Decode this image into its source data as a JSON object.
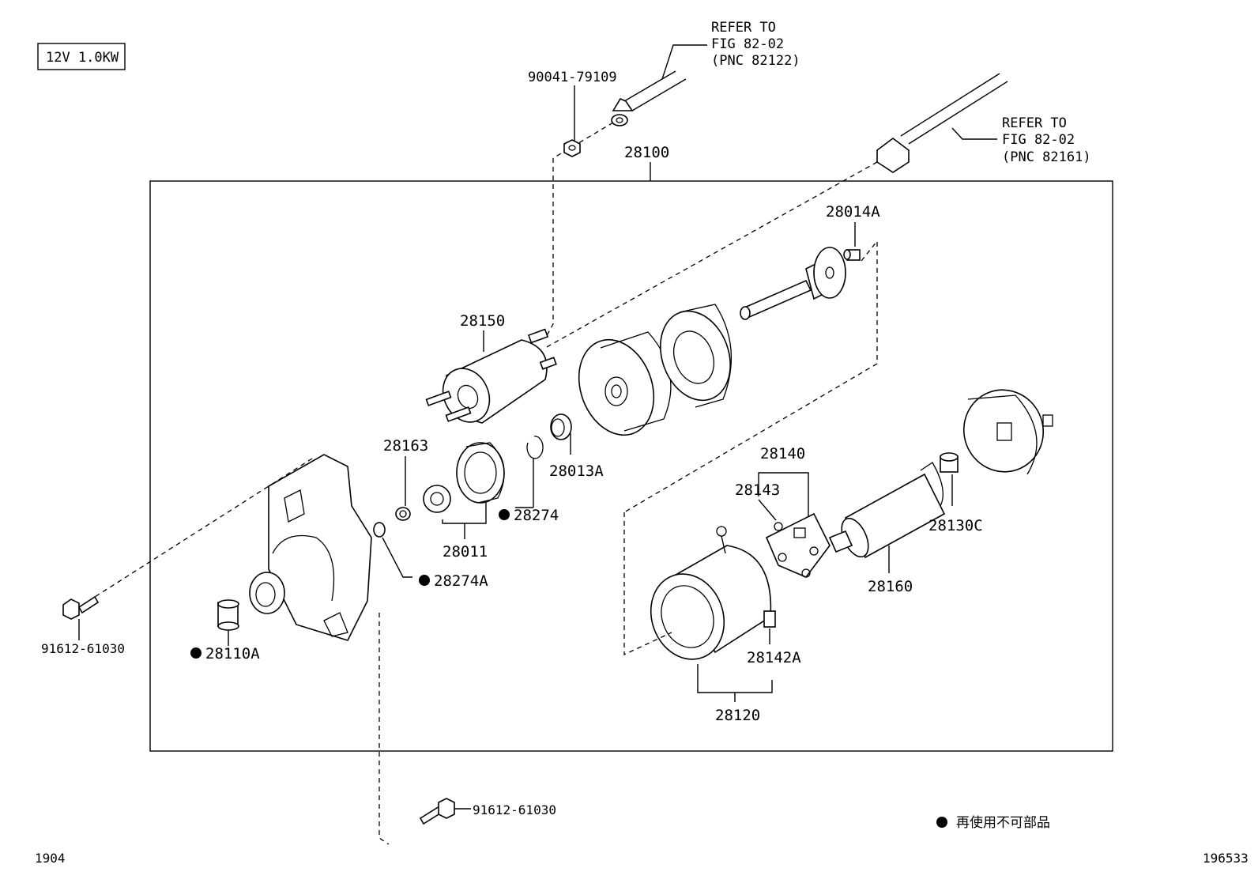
{
  "spec_box": "12V 1.0KW",
  "refer_1": {
    "line1": "REFER TO",
    "line2": "FIG 82-02",
    "line3": "(PNC 82122)"
  },
  "refer_2": {
    "line1": "REFER TO",
    "line2": "FIG 82-02",
    "line3": "(PNC 82161)"
  },
  "parts": {
    "p90041": "90041-79109",
    "p28100": "28100",
    "p28014A": "28014A",
    "p28150": "28150",
    "p28163": "28163",
    "p28013A": "28013A",
    "p28274": "28274",
    "p28011": "28011",
    "p28274A": "28274A",
    "p28140": "28140",
    "p28143": "28143",
    "p28130C": "28130C",
    "p28160": "28160",
    "p28142A": "28142A",
    "p28120": "28120",
    "p28110A": "28110A",
    "p91612_left": "91612-61030",
    "p91612_bottom": "91612-61030"
  },
  "legend_text": "再使用不可部品",
  "footer_left": "1904",
  "footer_right": "196533"
}
